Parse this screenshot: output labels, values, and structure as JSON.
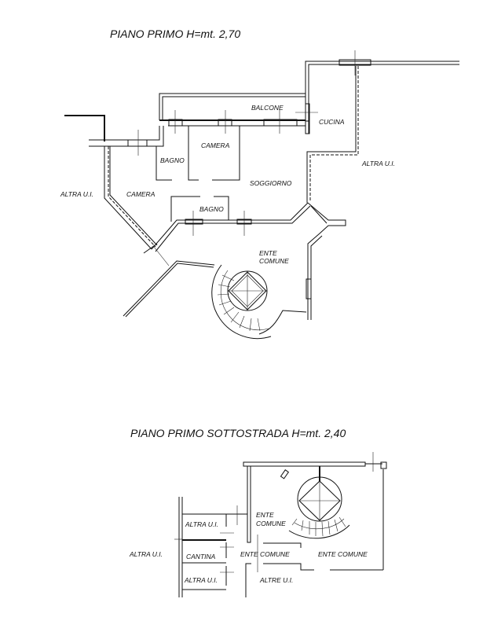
{
  "plans": [
    {
      "title": "PIANO PRIMO H=mt. 2,70",
      "labels": [
        "BALCONE",
        "CUCINA",
        "CAMERA",
        "BAGNO",
        "ALTRA U.I.",
        "CAMERA",
        "SOGGIORNO",
        "BAGNO",
        "ALTRA U.I.",
        "ENTE",
        "COMUNE"
      ]
    },
    {
      "title": "PIANO PRIMO SOTTOSTRADA H=mt. 2,40",
      "labels": [
        "ENTE",
        "COMUNE",
        "ALTRA U.I.",
        "CANTINA",
        "ALTRA U.I.",
        "ALTRA U.I.",
        "ENTE COMUNE",
        "ENTE COMUNE",
        "ALTRE U.I."
      ]
    }
  ]
}
